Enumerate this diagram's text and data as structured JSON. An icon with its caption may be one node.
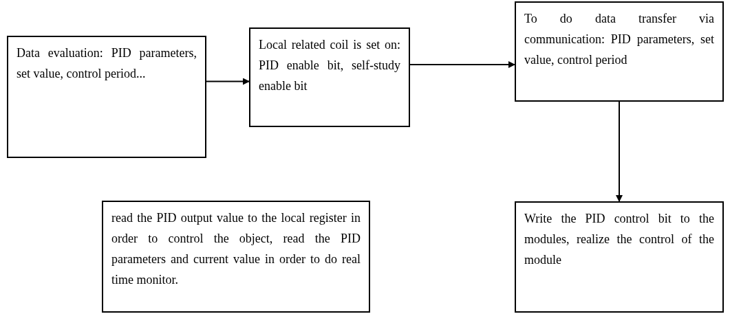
{
  "diagram": {
    "nodes": [
      {
        "text": [
          "Data evaluation: PID parameters, set value, control period..."
        ]
      },
      {
        "text": [
          "Local related coil is set on: PID enable bit, self-study enable bit"
        ]
      },
      {
        "text": [
          "To do data transfer via communication: PID parameters, set value, control period"
        ]
      },
      {
        "text": [
          "read the PID output value to the local register in order to control the object, read the PID parameters and current value in order to do real time monitor."
        ]
      },
      {
        "text": [
          "Write the PID control bit to the modules, realize the control of the module"
        ]
      }
    ],
    "edges": [
      {
        "from": 0,
        "to": 1,
        "arrow": "to"
      },
      {
        "from": 1,
        "to": 2,
        "arrow": "to"
      },
      {
        "from": 2,
        "to": 4,
        "arrow": "to"
      }
    ]
  }
}
